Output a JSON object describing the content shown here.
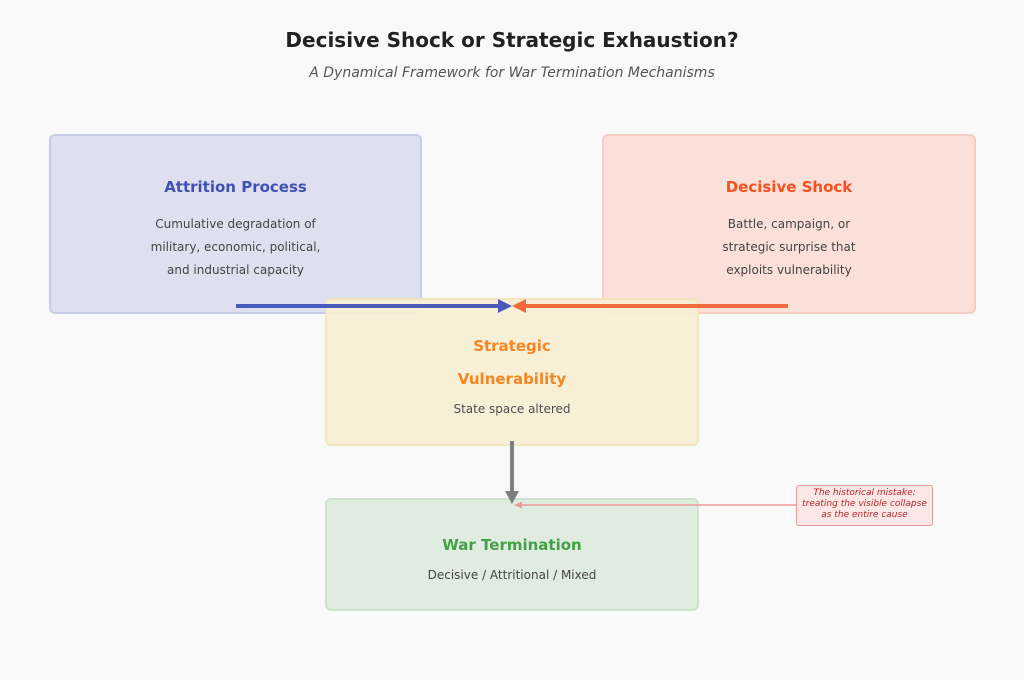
{
  "header": {
    "title": "Decisive Shock or Strategic Exhaustion?",
    "subtitle": "A Dynamical Framework for War Termination Mechanisms"
  },
  "nodes": {
    "attrition": {
      "title": "Attrition Process",
      "lines": [
        "Cumulative degradation of",
        "military, economic, political,",
        "and industrial capacity"
      ],
      "color": "#3f51b5"
    },
    "shock": {
      "title": "Decisive Shock",
      "lines": [
        "Battle, campaign, or",
        "strategic surprise that",
        "exploits vulnerability"
      ],
      "color": "#f4511e"
    },
    "vulnerability": {
      "title_lines": [
        "Strategic",
        "Vulnerability"
      ],
      "desc": "State space altered",
      "color": "#f57f17"
    },
    "termination": {
      "title": "War Termination",
      "desc": "Decisive / Attritional / Mixed",
      "color": "#43a047"
    }
  },
  "annotation": {
    "lines": [
      "The historical mistake:",
      "treating the visible collapse",
      "as the entire cause"
    ],
    "color": "#c62828"
  },
  "connectors": {
    "attrition_arrow_color": "#4a5ab8",
    "shock_arrow_color": "#f26a3e",
    "down_arrow_color": "#7f7f7f",
    "annotation_arrow_color": "#ef9a9a"
  }
}
